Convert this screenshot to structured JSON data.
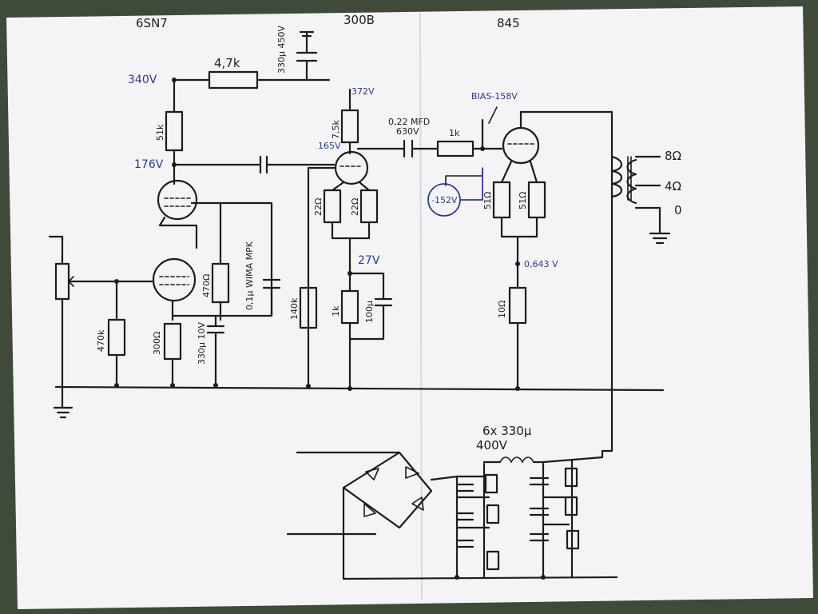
{
  "tubes": {
    "driver": "6SN7",
    "mid": "300B",
    "output": "845"
  },
  "voltages": {
    "v340": "340V",
    "v176": "176V",
    "v372": "372V",
    "v165": "165V",
    "bias": "BIAS-158V",
    "v27": "27V",
    "v0643": "0,643 V",
    "meter": "-152V"
  },
  "components": {
    "r47k": "4,7k",
    "c330_450": "330µ 450V",
    "r51k": "51k",
    "r75k": "7,5k",
    "c022": "0,22 MFD",
    "c022v": "630V",
    "r1k_grid": "1k",
    "r22a": "22Ω",
    "r22b": "22Ω",
    "r51a": "51Ω",
    "r51b": "51Ω",
    "r470": "470Ω",
    "c01": "0,1µ WIMA MPK",
    "r140k": "140k",
    "r1k_cath": "1k",
    "c100": "100µ",
    "r470k": "470k",
    "r300": "300Ω",
    "c330_10": "330µ 10V",
    "r10": "10Ω"
  },
  "transformer": {
    "tap8": "8Ω",
    "tap4": "4Ω",
    "tap0": "0"
  },
  "psu": {
    "caps": "6x 330µ",
    "caps_v": "400V"
  }
}
